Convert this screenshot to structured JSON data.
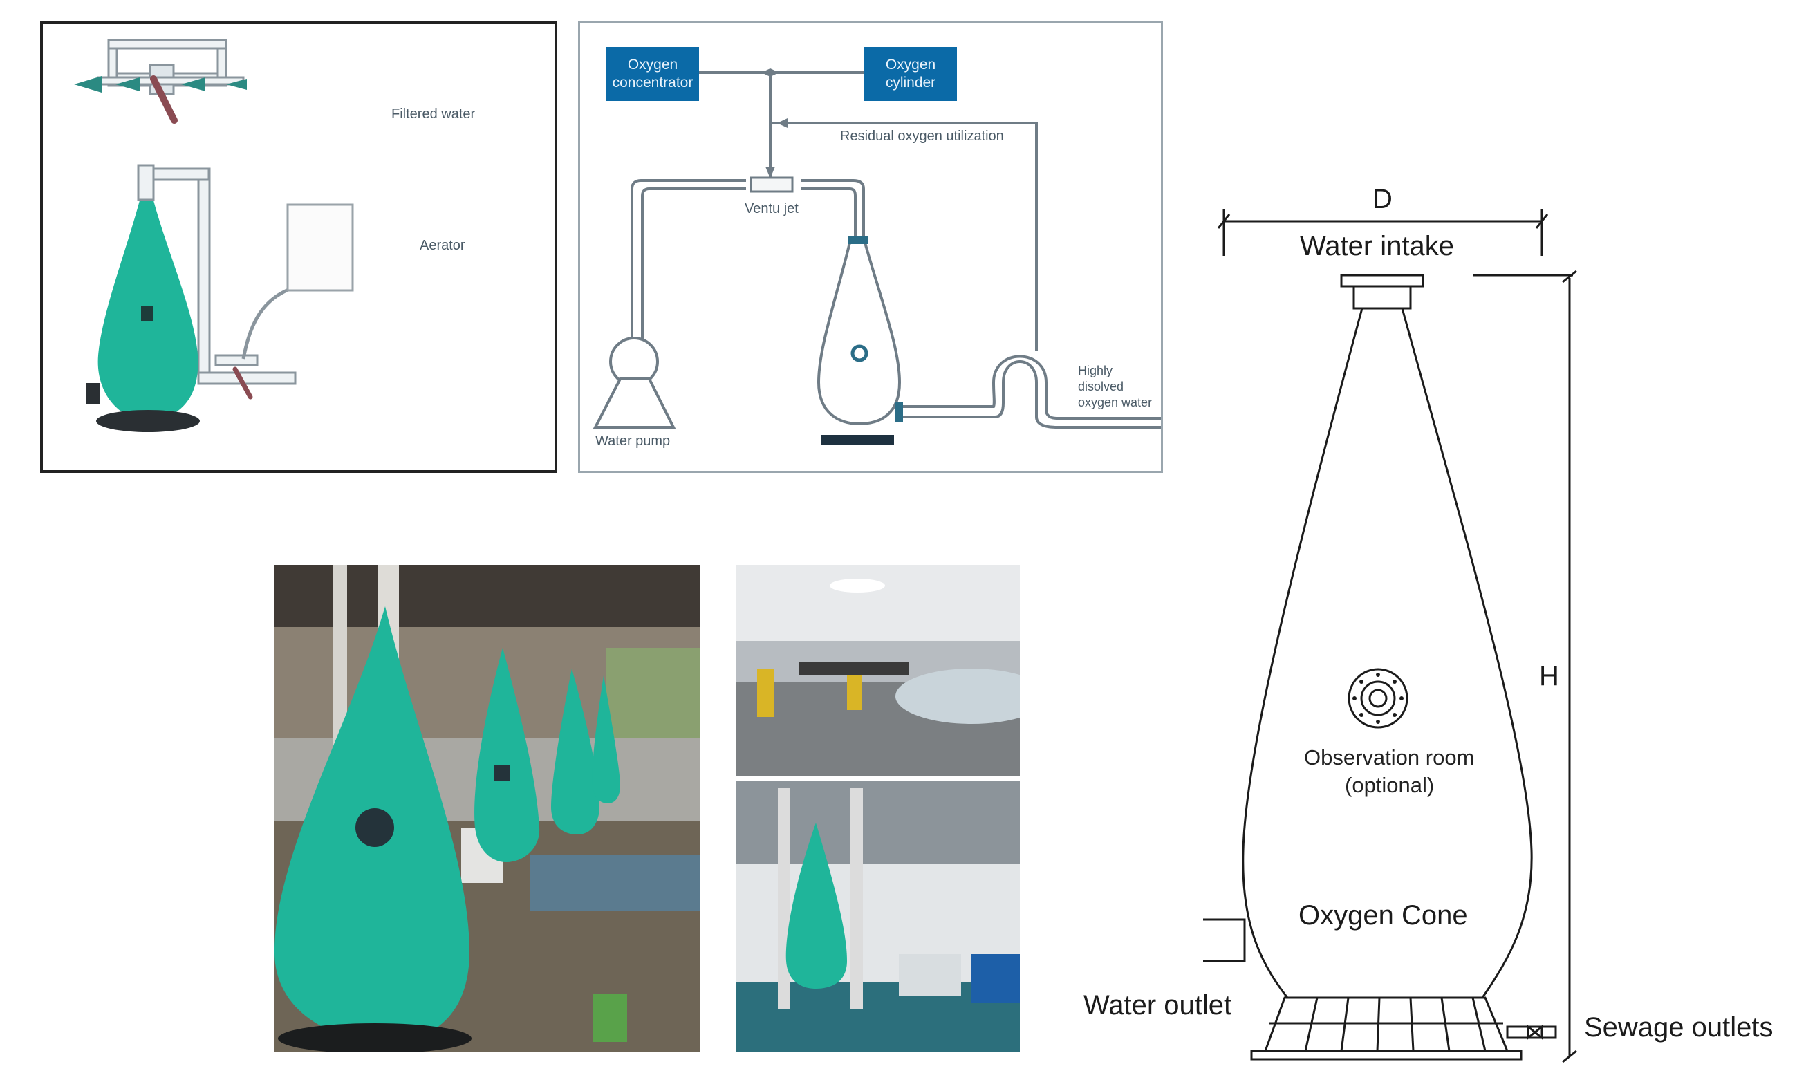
{
  "panel_setup": {
    "filtered_water_label": "Filtered water",
    "aerator_label": "Aerator"
  },
  "panel_schematic": {
    "oxygen_concentrator_label": "Oxygen concentrator",
    "oxygen_cylinder_label": "Oxygen cylinder",
    "residual_label": "Residual oxygen utilization",
    "venturi_label": "Ventu jet",
    "water_pump_label": "Water pump",
    "highly_dissolved_label": "Highly disolved oxygen water"
  },
  "cone_diagram": {
    "diameter_label": "D",
    "height_label": "H",
    "water_intake_label": "Water intake",
    "observation_label_1": "Observation room",
    "observation_label_2": "(optional)",
    "cone_label": "Oxygen Cone",
    "water_outlet_label": "Water outlet",
    "sewage_label": "Sewage outlets"
  },
  "colors": {
    "cone_teal": "#1fb59a",
    "box_blue": "#0b6aa7",
    "pipe_gray": "#6f7c86"
  }
}
